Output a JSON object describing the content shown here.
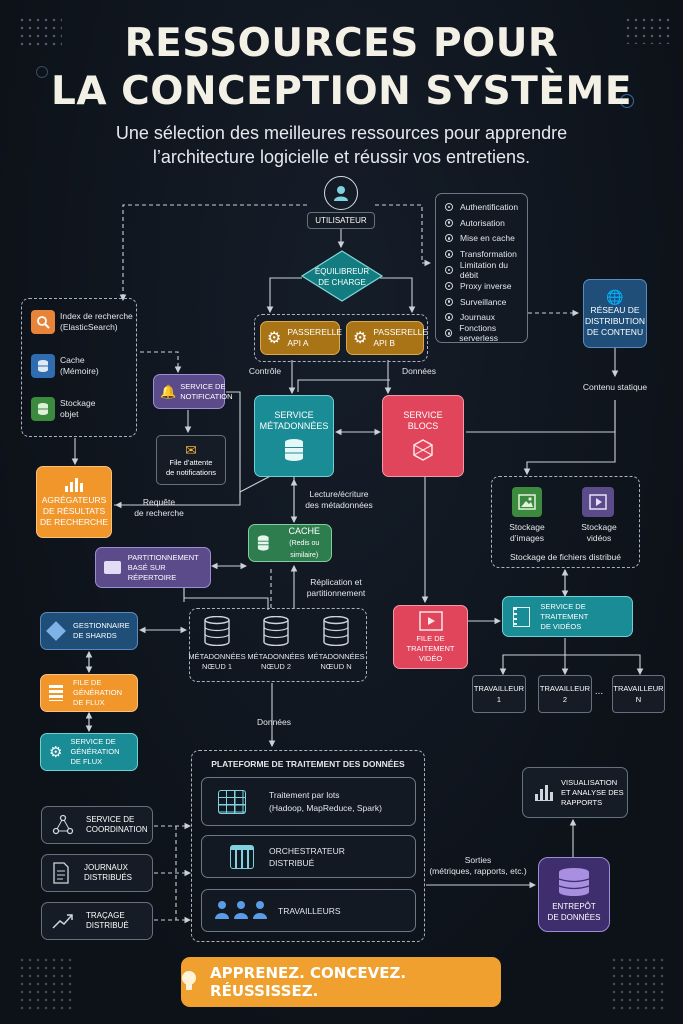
{
  "header": {
    "title_line1": "RESSOURCES POUR",
    "title_line2": "LA CONCEPTION SYSTÈME",
    "subtitle_line1": "Une sélection des meilleures ressources pour apprendre",
    "subtitle_line2": "l’architecture logicielle et réussir vos entretiens."
  },
  "user": {
    "label": "UTILISATEUR"
  },
  "load_balancer": {
    "line1": "ÉQUILIBREUR",
    "line2": "DE CHARGE"
  },
  "gateways": [
    {
      "line1": "PASSERELLE",
      "line2": "API A"
    },
    {
      "line1": "PASSERELLE",
      "line2": "API B"
    }
  ],
  "gateway_features": [
    "Authentification",
    "Autorisation",
    "Mise en cache",
    "Transformation",
    "Limitation du débit",
    "Proxy inverse",
    "Surveillance",
    "Journaux",
    "Fonctions serverless"
  ],
  "cdn": {
    "line1": "RÉSEAU DE",
    "line2": "DISTRIBUTION",
    "line3": "DE CONTENU",
    "edge_label": "Contenu statique"
  },
  "search_group": [
    {
      "line1": "Index de recherche",
      "line2": "(ElasticSearch)",
      "icon": "magnifier-icon"
    },
    {
      "line1": "Cache",
      "line2": "(Mémoire)",
      "icon": "database-icon"
    },
    {
      "line1": "Stockage",
      "line2": "objet",
      "icon": "storage-icon"
    }
  ],
  "notification_service": {
    "line1": "SERVICE DE",
    "line2": "NOTIFICATION"
  },
  "notification_queue": {
    "line1": "File d’attente",
    "line2": "de notifications"
  },
  "search_aggregator": {
    "line1": "AGRÉGATEURS",
    "line2": "DE RÉSULTATS",
    "line3": "DE RECHERCHE",
    "edge_line1": "Requête",
    "edge_line2": "de recherche"
  },
  "metadata_service": {
    "line1": "SERVICE",
    "line2": "MÉTADONNÉES"
  },
  "block_service": {
    "line1": "SERVICE",
    "line2": "BLOCS"
  },
  "edges": {
    "control": "Contrôle",
    "data": "Données",
    "rw_line1": "Lecture/écriture",
    "rw_line2": "des métadonnées",
    "repl_line1": "Réplication et",
    "repl_line2": "partitionnement",
    "data2": "Données",
    "outputs_line1": "Sorties",
    "outputs_line2": "(métriques, rapports, etc.)"
  },
  "cache": {
    "line1": "CACHE",
    "line2": "(Redis ou similaire)"
  },
  "partitioning": {
    "line1": "PARTITIONNEMENT",
    "line2": "BASÉ SUR RÉPERTOIRE"
  },
  "metadata_nodes": [
    {
      "line1": "MÉTADONNÉES",
      "line2": "NŒUD 1"
    },
    {
      "line1": "MÉTADONNÉES",
      "line2": "NŒUD 2"
    },
    {
      "line1": "MÉTADONNÉES",
      "line2": "NŒUD N"
    }
  ],
  "shard_manager": {
    "line1": "GESTIONNAIRE",
    "line2": "DE SHARDS"
  },
  "feed_queue": {
    "line1": "FILE DE",
    "line2": "GÉNÉRATION",
    "line3": "DE FLUX"
  },
  "feed_service": {
    "line1": "SERVICE DE",
    "line2": "GÉNÉRATION",
    "line3": "DE FLUX"
  },
  "distributed_storage": {
    "title": "Stockage de fichiers distribué",
    "items": [
      {
        "line1": "Stockage",
        "line2": "d’images"
      },
      {
        "line1": "Stockage",
        "line2": "vidéos"
      }
    ]
  },
  "video_queue": {
    "line1": "FILE DE TRAITEMENT",
    "line2": "VIDÉO"
  },
  "video_service": {
    "line1": "SERVICE DE TRAITEMENT",
    "line2": "DE VIDÉOS"
  },
  "workers": [
    {
      "line1": "TRAVAILLEUR",
      "line2": "1"
    },
    {
      "line1": "TRAVAILLEUR",
      "line2": "2"
    },
    {
      "line1": "TRAVAILLEUR",
      "line2": "N"
    }
  ],
  "workers_ellipsis": "...",
  "data_platform": {
    "title": "PLATEFORME DE TRAITEMENT DES DONNÉES",
    "batch_line1": "Traitement par lots",
    "batch_line2": "(Hadoop, MapReduce, Spark)",
    "orchestrator_line1": "ORCHESTRATEUR",
    "orchestrator_line2": "DISTRIBUÉ",
    "workers": "TRAVAILLEURS"
  },
  "left_tools": [
    {
      "line1": "SERVICE DE",
      "line2": "COORDINATION"
    },
    {
      "line1": "JOURNAUX",
      "line2": "DISTRIBUÉS"
    },
    {
      "line1": "TRAÇAGE",
      "line2": "DISTRIBUÉ"
    }
  ],
  "visualization": {
    "line1": "VISUALISATION",
    "line2": "ET ANALYSE DES",
    "line3": "RAPPORTS"
  },
  "warehouse": {
    "line1": "ENTREPÔT",
    "line2": "DE DONNÉES"
  },
  "footer": {
    "cta": "APPRENEZ. CONCEVEZ. RÉUSSISSEZ."
  },
  "colors": {
    "teal": "#1a8c96",
    "red": "#e0455b",
    "green": "#2e7d4f",
    "purple": "#5b4b8a",
    "orange": "#f0962b",
    "blue": "#1f4e79",
    "gold": "#a87415",
    "lb": "#127c80"
  }
}
